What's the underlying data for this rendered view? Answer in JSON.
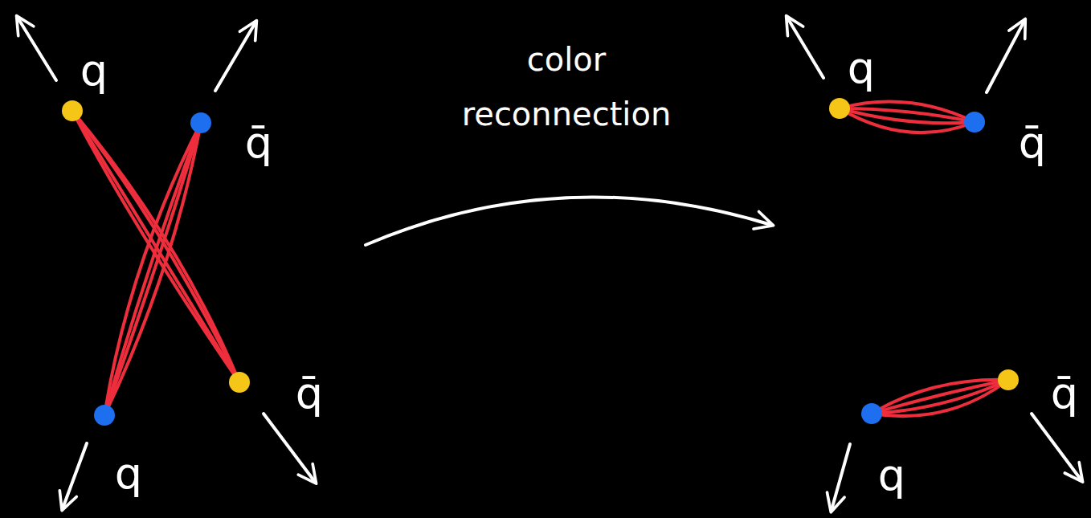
{
  "diagram": {
    "labels": [
      "color reconnection",
      "q",
      "q̄",
      "q̄",
      "q",
      "q",
      "q̄",
      "q̄",
      "q"
    ]
  }
}
